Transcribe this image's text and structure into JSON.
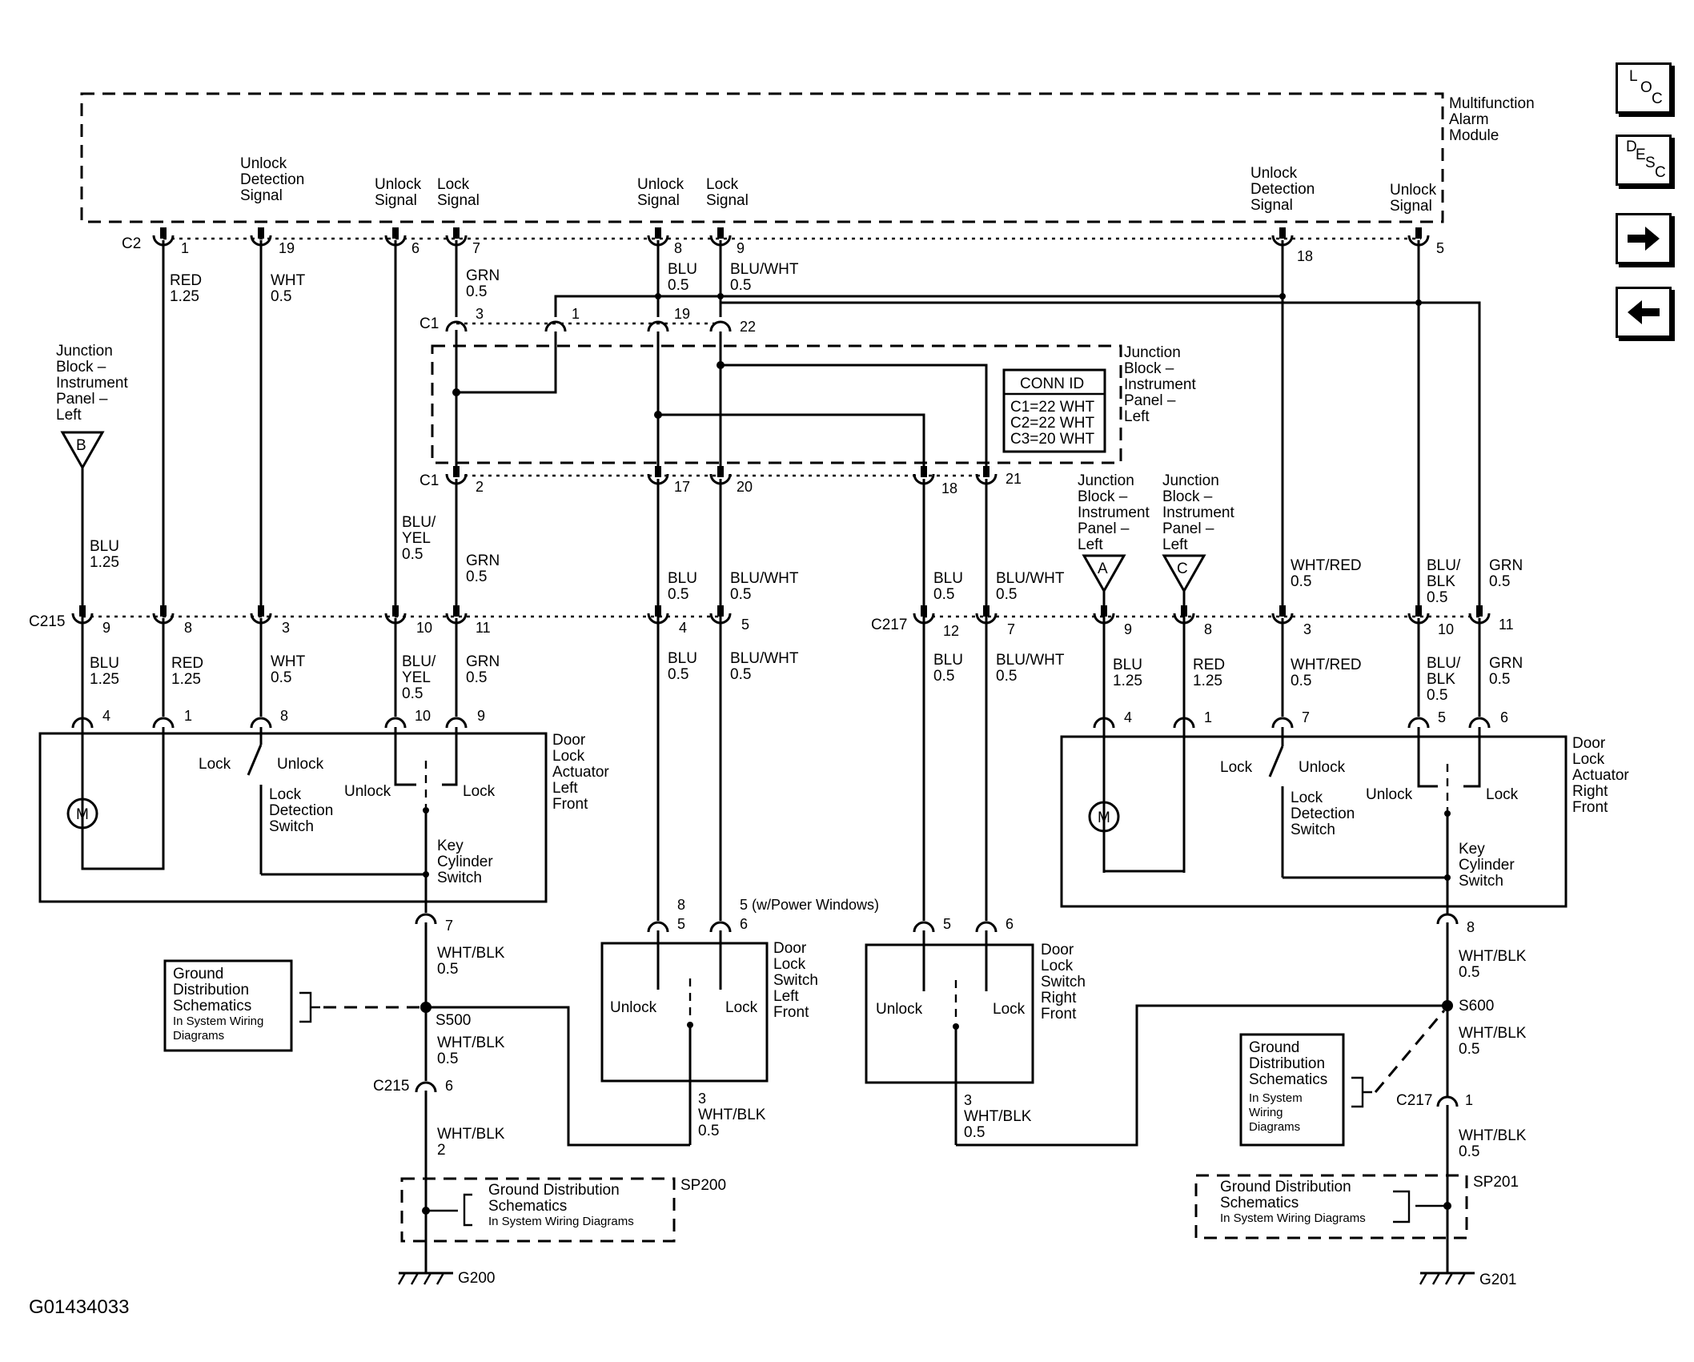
{
  "module": {
    "name_lines": [
      "Multifunction",
      "Alarm",
      "Module"
    ]
  },
  "signals": {
    "unlock_detection": [
      "Unlock",
      "Detection",
      "Signal"
    ],
    "unlock": [
      "Unlock",
      "Signal"
    ],
    "lock": [
      "Lock",
      "Signal"
    ]
  },
  "connectors": {
    "c1": "C1",
    "c2": "C2",
    "c215": "C215",
    "c217": "C217",
    "conn_id_title": "CONN ID",
    "conn_id_lines": [
      "C1=22 WHT",
      "C2=22 WHT",
      "C3=20 WHT"
    ]
  },
  "junction_block": [
    "Junction",
    "Block –",
    "Instrument",
    "Panel –",
    "Left"
  ],
  "junction_block_compact": [
    "Junction",
    "Block –",
    "Instrument",
    "Panel –",
    "Left"
  ],
  "terminals": {
    "b": "B",
    "a": "A",
    "c": "C"
  },
  "wires": {
    "red": "RED",
    "wht": "WHT",
    "grn": "GRN",
    "blu": "BLU",
    "blu_wht": "BLU/WHT",
    "blu_yel": [
      "BLU/",
      "YEL"
    ],
    "blu_blk": [
      "BLU/",
      "BLK"
    ],
    "wht_red": "WHT/RED",
    "wht_blk": "WHT/BLK",
    "g125": "1.25",
    "g05": "0.5",
    "g2": "2"
  },
  "pins": {
    "c2_top": [
      "1",
      "19",
      "6",
      "7",
      "8",
      "9",
      "18",
      "5"
    ],
    "c1_top": [
      "3",
      "1",
      "19",
      "22"
    ],
    "c1_bottom": [
      "2",
      "17",
      "20",
      "18",
      "21"
    ],
    "c215": [
      "9",
      "8",
      "3",
      "10",
      "11",
      "4",
      "5"
    ],
    "c217": [
      "12",
      "7",
      "9",
      "8",
      "3",
      "10",
      "11"
    ],
    "actuator_left": [
      "4",
      "1",
      "8",
      "10",
      "9"
    ],
    "actuator_right": [
      "4",
      "1",
      "7",
      "5",
      "6"
    ],
    "seven": "7",
    "eight": "8",
    "five": "5",
    "six": "6",
    "three": "3",
    "one": "1",
    "five_power_windows": "5 (w/Power Windows)"
  },
  "actuator_left": {
    "name_lines": [
      "Door",
      "Lock",
      "Actuator",
      "Left",
      "Front"
    ]
  },
  "actuator_right": {
    "name_lines": [
      "Door",
      "Lock",
      "Actuator",
      "Right",
      "Front"
    ]
  },
  "switch_left": {
    "name_lines": [
      "Door",
      "Lock",
      "Switch",
      "Left",
      "Front"
    ]
  },
  "switch_right": {
    "name_lines": [
      "Door",
      "Lock",
      "Switch",
      "Right",
      "Front"
    ]
  },
  "labels": {
    "lock": "Lock",
    "unlock": "Unlock",
    "motor": "M",
    "lock_detection_switch": [
      "Lock",
      "Detection",
      "Switch"
    ],
    "key_cylinder_switch": [
      "Key",
      "Cylinder",
      "Switch"
    ]
  },
  "ground": {
    "s500": "S500",
    "s600": "S600",
    "sp200": "SP200",
    "sp201": "SP201",
    "g200": "G200",
    "g201": "G201",
    "gds_lines": [
      "Ground",
      "Distribution",
      "Schematics"
    ],
    "gds_in_lines": [
      "In System Wiring",
      "Diagrams"
    ],
    "gds_in_narrow_lines": [
      "In System",
      "Wiring",
      "Diagrams"
    ],
    "gds_wide_lines": [
      "Ground Distribution",
      "Schematics"
    ],
    "gds_wide_in": "In System Wiring Diagrams"
  },
  "nav": {
    "loc": [
      "L",
      "O",
      "C"
    ],
    "desc": [
      "D",
      "E",
      "S",
      "C"
    ],
    "next_icon": "arrow-right",
    "prev_icon": "arrow-left"
  },
  "figure_id": "G01434033"
}
